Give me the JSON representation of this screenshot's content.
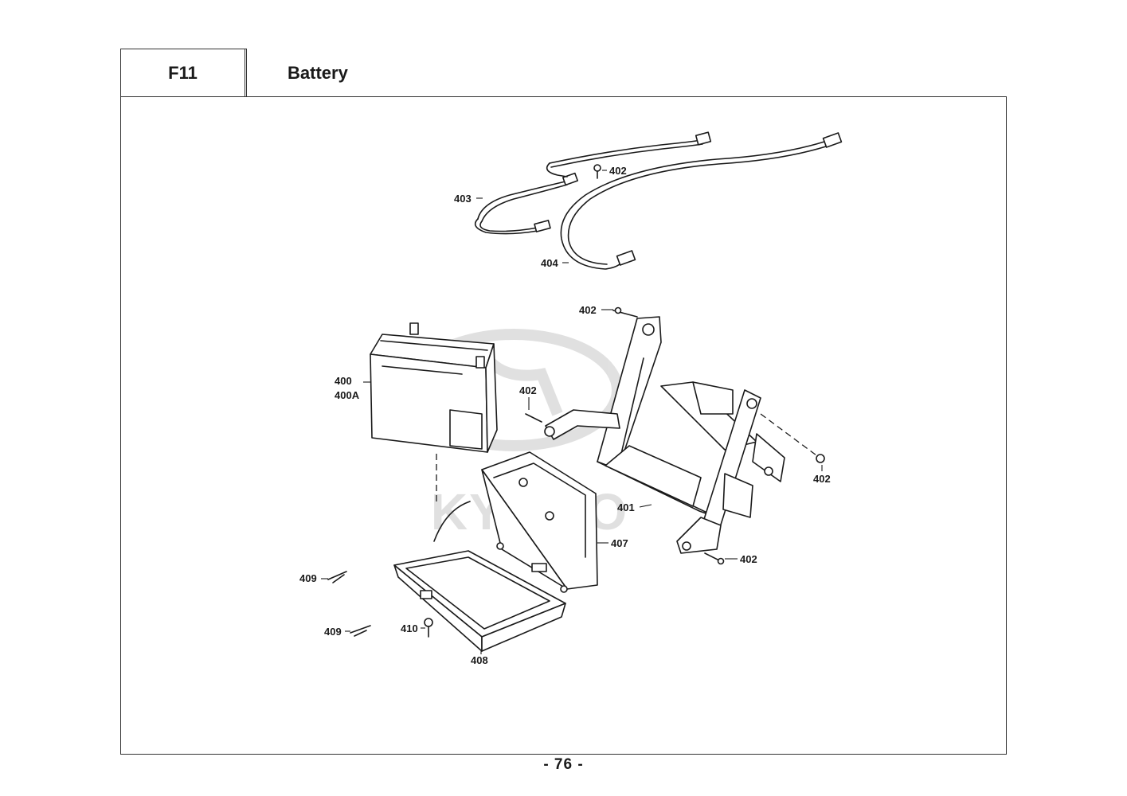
{
  "header": {
    "section_code": "F11",
    "section_title": "Battery"
  },
  "watermark": {
    "brand": "KYMCO",
    "color": "#c8c8c8"
  },
  "callouts": {
    "c402_top": "402",
    "c403": "403",
    "c404": "404",
    "c402_bracket_top": "402",
    "c400": "400",
    "c400a": "400A",
    "c402_left": "402",
    "c402_right": "402",
    "c401": "401",
    "c407": "407",
    "c402_bottom": "402",
    "c409_top": "409",
    "c409_bottom": "409",
    "c410": "410",
    "c408": "408"
  },
  "footer": {
    "page_number": "- 76 -"
  }
}
